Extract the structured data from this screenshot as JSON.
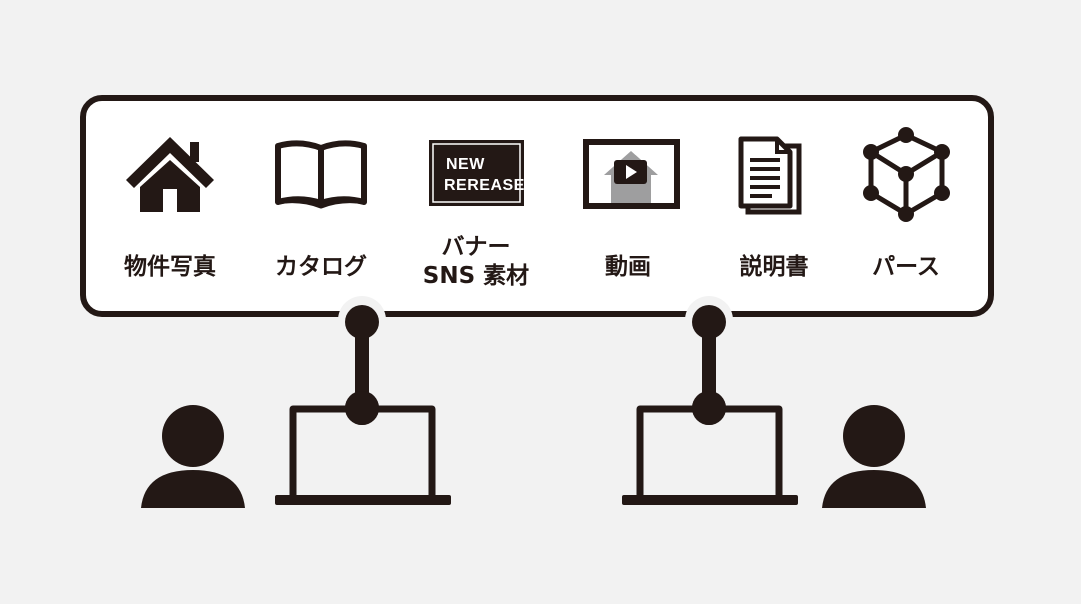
{
  "assets": [
    {
      "icon": "house-icon",
      "label": "物件写真"
    },
    {
      "icon": "open-book-icon",
      "label": "カタログ"
    },
    {
      "icon": "banner-icon",
      "label_line1": "バナー",
      "label_line2": "SNS 素材"
    },
    {
      "icon": "video-icon",
      "label": "動画"
    },
    {
      "icon": "documents-icon",
      "label": "説明書"
    },
    {
      "icon": "cube-icon",
      "label": "パース"
    }
  ],
  "banner_icon_text": {
    "line1": "NEW",
    "line2": "REREASE"
  },
  "users": [
    {
      "icon": "user-icon",
      "device": "laptop-icon"
    },
    {
      "icon": "user-icon",
      "device": "laptop-icon"
    }
  ],
  "colors": {
    "ink": "#231815",
    "background": "#f2f2f2",
    "panel": "#ffffff",
    "icon_gray": "#9e9e9f"
  }
}
